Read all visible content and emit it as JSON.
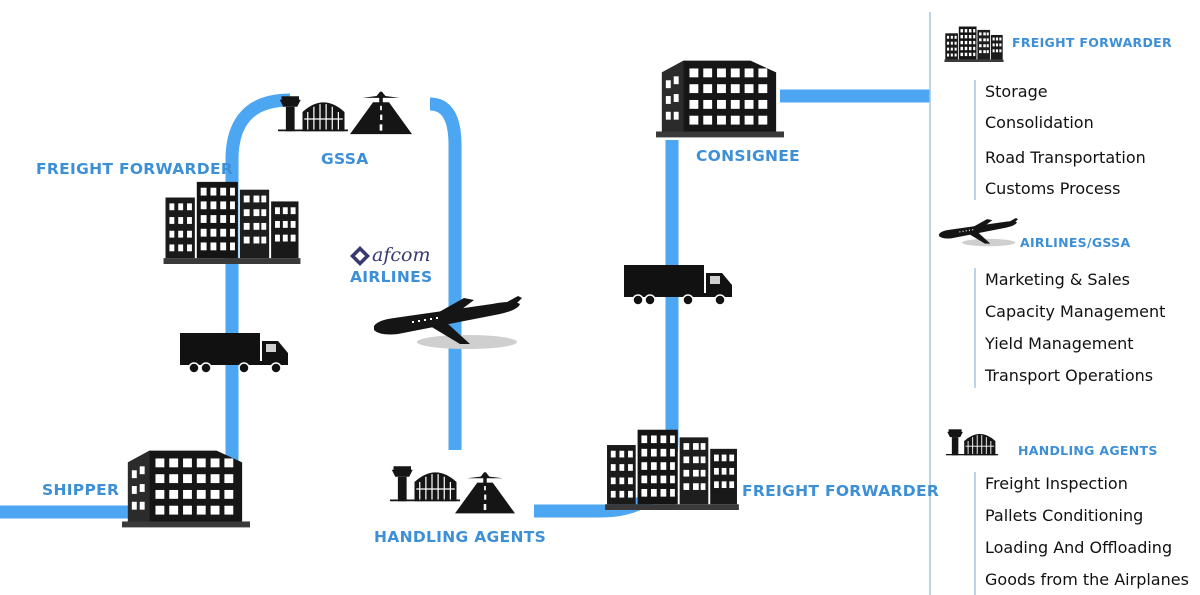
{
  "colors": {
    "path": "#4da6f2",
    "label": "#3d8fd6",
    "icon": "#151515",
    "divider": "#a9c4e2"
  },
  "nodes": {
    "shipper": "SHIPPER",
    "freight_forwarder_left": "FREIGHT FORWARDER",
    "gssa": "GSSA",
    "airlines_logo": "afcom",
    "airlines": "AIRLINES",
    "handling_agents": "HANDLING AGENTS",
    "freight_forwarder_right": "FREIGHT FORWARDER",
    "consignee": "CONSIGNEE"
  },
  "panel": {
    "freight_forwarder": {
      "title": "FREIGHT FORWARDER",
      "items": [
        "Storage",
        "Consolidation",
        "Road Transportation",
        "Customs Process"
      ]
    },
    "airlines_gssa": {
      "title": "AIRLINES/GSSA",
      "items": [
        "Marketing & Sales",
        "Capacity Management",
        "Yield Management",
        "Transport Operations"
      ]
    },
    "handling_agents": {
      "title": "HANDLING AGENTS",
      "items": [
        "Freight  Inspection",
        "Pallets Conditioning",
        "Loading And Offloading",
        "Goods from the Airplanes"
      ]
    }
  }
}
